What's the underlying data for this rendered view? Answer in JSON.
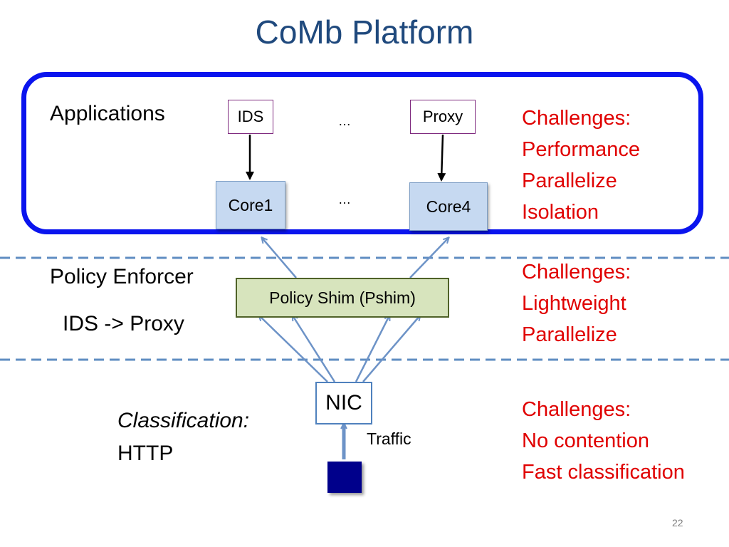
{
  "title": "CoMb Platform",
  "layers": {
    "applications": {
      "label": "Applications",
      "apps": [
        "IDS",
        "Proxy"
      ],
      "app_ellipsis": "…",
      "cores": [
        "Core1",
        "Core4"
      ],
      "core_ellipsis": "…",
      "challenges": [
        "Challenges:",
        "Performance",
        "Parallelize",
        "Isolation"
      ]
    },
    "policy": {
      "label": "Policy Enforcer",
      "sublabel": "IDS -> Proxy",
      "shim": "Policy Shim (Pshim)",
      "challenges": [
        "Challenges:",
        "Lightweight",
        "Parallelize"
      ]
    },
    "classification": {
      "label": "Classification:",
      "sublabel": "HTTP",
      "nic": "NIC",
      "traffic": "Traffic",
      "challenges": [
        "Challenges:",
        "No contention",
        "Fast classification"
      ]
    }
  },
  "page_number": "22",
  "colors": {
    "title": "#1f497d",
    "frame": "#0a14ee",
    "challenge_text": "#e00000",
    "core_fill": "#c6d9f1",
    "shim_fill": "#d7e4bd",
    "arrow": "#6d93c7",
    "divider": "#5f8dc2",
    "traffic_block": "#00008b"
  }
}
